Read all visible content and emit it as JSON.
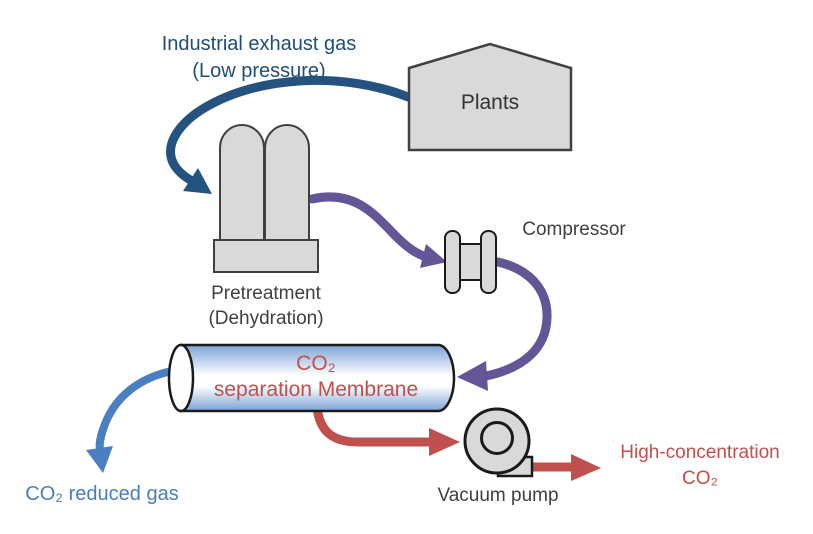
{
  "colors": {
    "navy": "#255380",
    "navy_text": "#1f4e79",
    "purple": "#635596",
    "blue": "#4a7fc1",
    "blue_text": "#4a7ebb",
    "red": "#c0504d",
    "red_text": "#c0504d",
    "shape_fill": "#d9d9d9",
    "shape_stroke": "#404040",
    "dark_stroke": "#1a1a1a",
    "label_gray": "#404040",
    "plants_text": "#333333",
    "membrane_blue": "#7ba3d6"
  },
  "labels": {
    "industrial_exhaust": {
      "line1": "Industrial exhaust gas",
      "line2": "(Low pressure)"
    },
    "plants": "Plants",
    "pretreatment": {
      "line1": "Pretreatment",
      "line2": "(Dehydration)"
    },
    "compressor": "Compressor",
    "membrane": {
      "line1": "CO₂",
      "line2": "separation Membrane"
    },
    "vacuum_pump": "Vacuum pump",
    "co2_reduced": "CO₂ reduced gas",
    "high_concentration": {
      "line1": "High-concentration",
      "line2": "CO₂"
    }
  },
  "diagram": {
    "nodes": [
      "Plants",
      "Pretreatment (Dehydration)",
      "Compressor",
      "CO₂ separation Membrane",
      "Vacuum pump"
    ],
    "flows": [
      {
        "from": "Plants",
        "to": "Pretreatment (Dehydration)",
        "label": "Industrial exhaust gas (Low pressure)",
        "color": "#255380"
      },
      {
        "from": "Pretreatment (Dehydration)",
        "to": "Compressor",
        "color": "#635596"
      },
      {
        "from": "Compressor",
        "to": "CO₂ separation Membrane",
        "color": "#635596"
      },
      {
        "from": "CO₂ separation Membrane",
        "to": "CO₂ reduced gas",
        "color": "#4a7fc1"
      },
      {
        "from": "CO₂ separation Membrane",
        "to": "Vacuum pump",
        "color": "#c0504d"
      },
      {
        "from": "Vacuum pump",
        "to": "High-concentration CO₂",
        "color": "#c0504d"
      }
    ]
  }
}
